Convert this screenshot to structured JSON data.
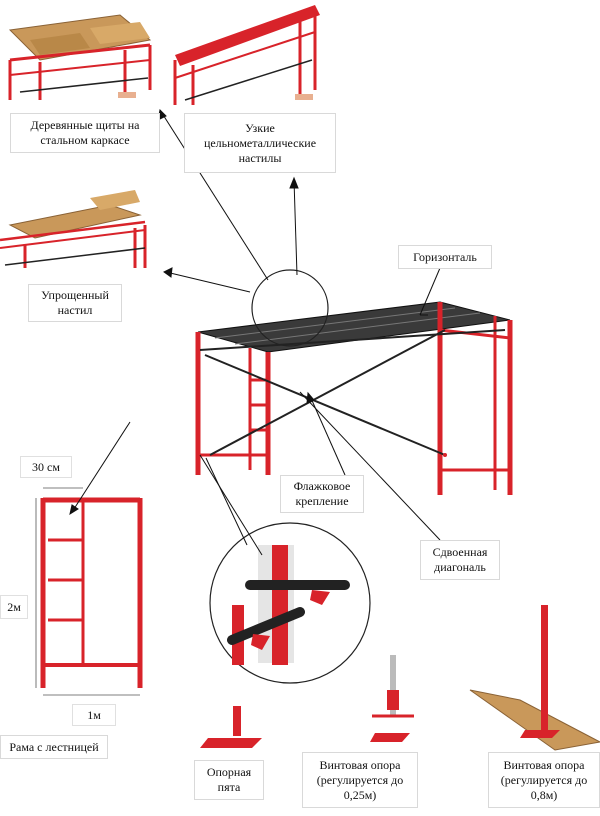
{
  "labels": {
    "wood_panels": "Деревянные щиты на стальном каркасе",
    "narrow_decks": "Узкие цельнометаллические настилы",
    "simplified_deck": "Упрощенный настил",
    "horizontal": "Горизонталь",
    "flag_mount": "Флажковое крепление",
    "double_diagonal": "Сдвоенная диагональ",
    "frame_with_ladder": "Рама с лестницей",
    "base_plate": "Опорная пята",
    "screw_jack_short": "Винтовая опора (регулируется до 0,25м)",
    "screw_jack_long": "Винтовая опора (регулируется до 0,8м)"
  },
  "dimensions": {
    "width_top": "30 см",
    "height": "2м",
    "width_bottom": "1м"
  },
  "colors": {
    "frame_red": "#d8232a",
    "wood": "#c9985a",
    "dark": "#222222"
  }
}
